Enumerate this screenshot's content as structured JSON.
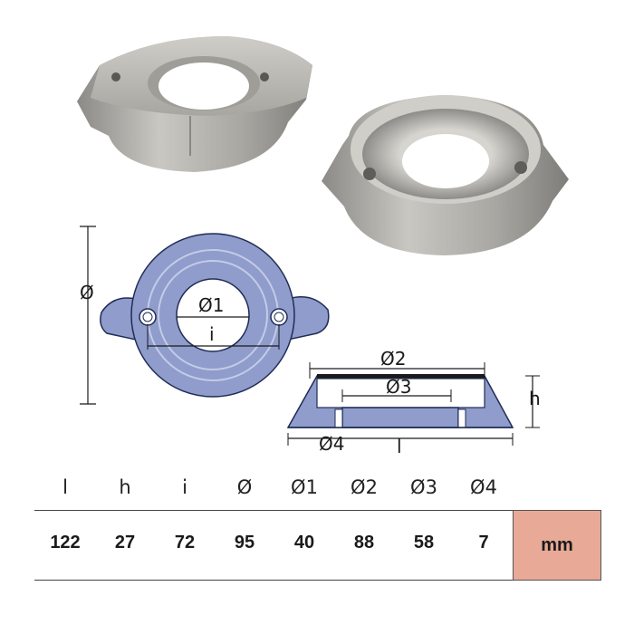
{
  "diagram": {
    "labels": {
      "diameter": "Ø",
      "d1": "Ø1",
      "i": "i",
      "d2": "Ø2",
      "d3": "Ø3",
      "h": "h",
      "d4": "Ø4",
      "l": "l"
    }
  },
  "specs": {
    "headers": [
      "l",
      "h",
      "i",
      "Ø",
      "Ø1",
      "Ø2",
      "Ø3",
      "Ø4"
    ],
    "values": [
      "122",
      "27",
      "72",
      "95",
      "40",
      "88",
      "58",
      "7"
    ],
    "unit": "mm"
  },
  "colors": {
    "part_fill": "#8f9ccc",
    "unit_cell": "#e8a997",
    "metal": "#b7b5b0"
  }
}
